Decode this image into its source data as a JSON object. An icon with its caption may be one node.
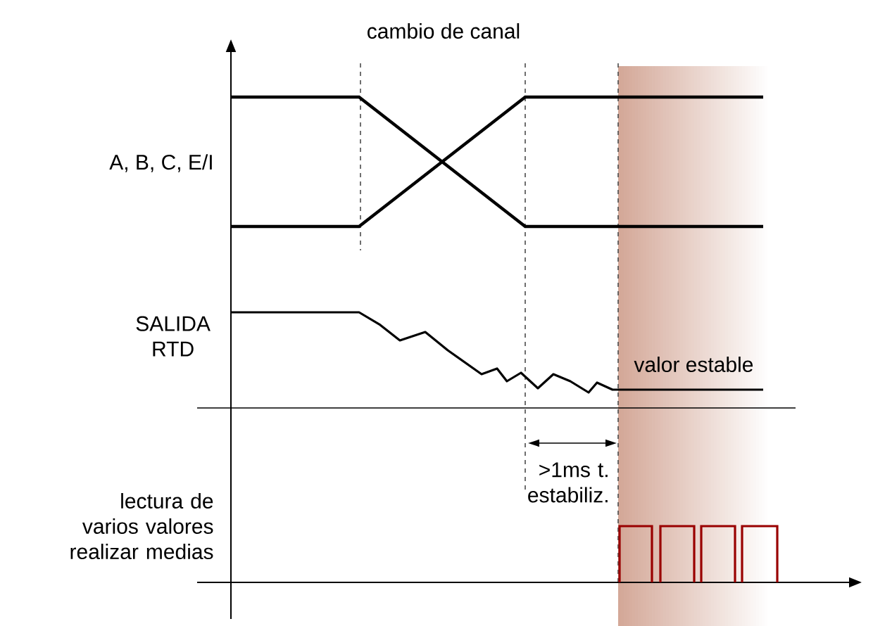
{
  "diagram": {
    "labels": [
      "cambio de canal",
      "A, B, C, E/I",
      "SALIDA RTD",
      "valor estable",
      ">1ms t. estabiliz.",
      "lectura de varios valores realizar medias"
    ]
  }
}
